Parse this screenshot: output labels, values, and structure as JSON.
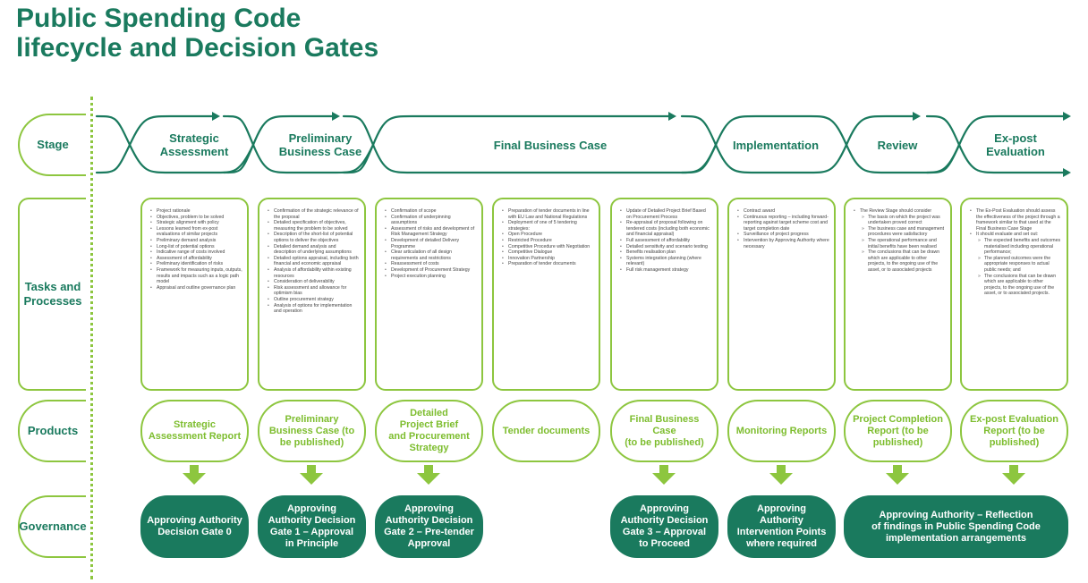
{
  "title_line1": "Public Spending Code",
  "title_line2": "lifecycle and Decision Gates",
  "row_labels": {
    "stage": "Stage",
    "tasks": "Tasks and\nProcesses",
    "products": "Products",
    "governance": "Governance"
  },
  "stages": [
    "Strategic\nAssessment",
    "Preliminary\nBusiness Case",
    "Final Business Case",
    "Implementation",
    "Review",
    "Ex-post\nEvaluation"
  ],
  "tasks": [
    {
      "items": [
        "Project rationale",
        "Objectives, problem to be solved",
        "Strategic alignment with policy",
        "Lessons learned from ex-post evaluations of similar projects",
        "Preliminary demand analysis",
        "Long-list of potential options",
        "Indicative range of costs involved",
        "Assessment of affordability",
        "Preliminary identification of risks",
        "Framework for measuring inputs, outputs, results and impacts such as a logic path model",
        "Appraisal and outline governance plan"
      ]
    },
    {
      "items": [
        "Confirmation of the strategic relevance of the proposal",
        "Detailed specification of objectives, measuring the problem to be solved",
        "Description of the short-list of potential options to deliver the objectives",
        "Detailed demand analysis and description of underlying assumptions",
        "Detailed options appraisal, including both financial and economic appraisal",
        "Analysis of affordability within existing resources",
        "Consideration of deliverability",
        "Risk assessment and allowance for optimism bias",
        "Outline procurement strategy",
        "Analysis of options for implementation and operation"
      ]
    },
    {
      "items": [
        "Confirmation of scope",
        "Confirmation of underpinning assumptions",
        "Assessment of risks and development of Risk Management Strategy",
        "Development of detailed Delivery Programme",
        "Clear articulation of all design requirements and restrictions",
        "Reassessment of costs",
        "Development of Procurement Strategy",
        "Project execution planning"
      ]
    },
    {
      "items": [
        "Preparation of tender documents in line with EU Law and National Regulations",
        "Deployment of one of 5 tendering strategies:",
        "Open Procedure",
        "Restricted Procedure",
        "Competitive Procedure with Negotiation",
        "Competitive Dialogue",
        "Innovation Partnership",
        "Preparation of tender documents"
      ]
    },
    {
      "items": [
        "Update of Detailed Project Brief Based on Procurement Process",
        "Re-appraisal of proposal following on tendered costs (including both economic and financial appraisal)",
        "Full assessment of affordability",
        "Detailed sensitivity and scenario testing",
        "Benefits realisation plan",
        "Systems integration planning (where relevant)",
        "Full risk management strategy"
      ]
    },
    {
      "items": [
        "Contract award",
        "Continuous reporting – including forward-reporting against target scheme cost and target completion date",
        "Surveillance of project progress",
        "Intervention by Approving Authority where necessary"
      ]
    },
    {
      "intro": "The Review Stage should consider",
      "sub": [
        "The basis on which the project was undertaken proved correct",
        "The business case and management procedures were satisfactory",
        "The operational performance and initial benefits have been realised",
        "The conclusions that can be drawn which are applicable to other projects, to the ongoing use of the asset, or to associated projects"
      ]
    },
    {
      "intro": "The Ex-Post Evaluation should assess the effectiveness of the project through a framework similar to that used at the Final Business Case Stage",
      "intro2": "It should evaluate and set out:",
      "sub": [
        "The expected benefits and outcomes materialised including operational performance;",
        "The planned outcomes were the appropriate responses to actual public needs; and",
        "The conclusions that can be drawn which are applicable to other projects, to the ongoing use of the asset, or to associated projects."
      ]
    }
  ],
  "products": [
    "Strategic\nAssessment Report",
    "Preliminary\nBusiness Case (to\nbe published)",
    "Detailed\nProject Brief\nand Procurement\nStrategy",
    "Tender documents",
    "Final Business Case\n(to be published)",
    "Monitoring Reports",
    "Project Completion\nReport (to be\npublished)",
    "Ex-post Evaluation\nReport (to be\npublished)"
  ],
  "governance": [
    "Approving Authority\nDecision Gate 0",
    "Approving\nAuthority Decision\nGate 1 – Approval\nin Principle",
    "Approving\nAuthority Decision\nGate 2 – Pre-tender\nApproval",
    "Approving\nAuthority Decision\nGate 3 – Approval\nto Proceed",
    "Approving\nAuthority\nIntervention Points\nwhere required",
    "Approving Authority – Reflection\nof findings in Public Spending Code\nimplementation arrangements"
  ],
  "colors": {
    "dark_green": "#1a7a5e",
    "light_green": "#8dc63f",
    "product_text": "#7dbd2e"
  }
}
